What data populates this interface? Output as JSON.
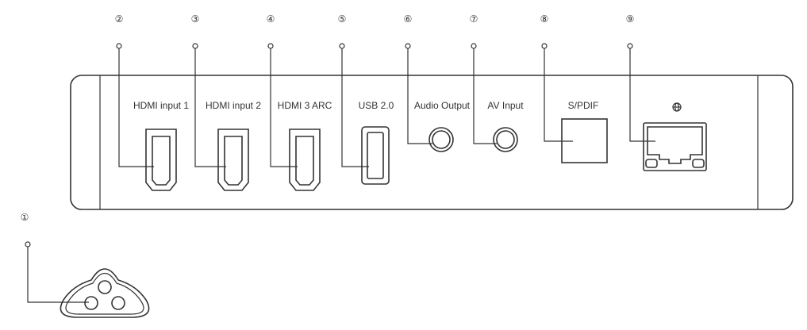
{
  "numbers": {
    "n1": "①",
    "n2": "②",
    "n3": "③",
    "n4": "④",
    "n5": "⑤",
    "n6": "⑥",
    "n7": "⑦",
    "n8": "⑧",
    "n9": "⑨"
  },
  "ports": {
    "hdmi1": "HDMI input 1",
    "hdmi2": "HDMI input 2",
    "hdmi3": "HDMI 3 ARC",
    "usb": "USB 2.0",
    "audio_out": "Audio Output",
    "av_in": "AV Input",
    "spdif": "S/PDIF"
  },
  "icons": {
    "ethernet_label": "globe-icon",
    "power": "power-socket-icon"
  },
  "colors": {
    "line": "#333333",
    "background": "#ffffff"
  }
}
